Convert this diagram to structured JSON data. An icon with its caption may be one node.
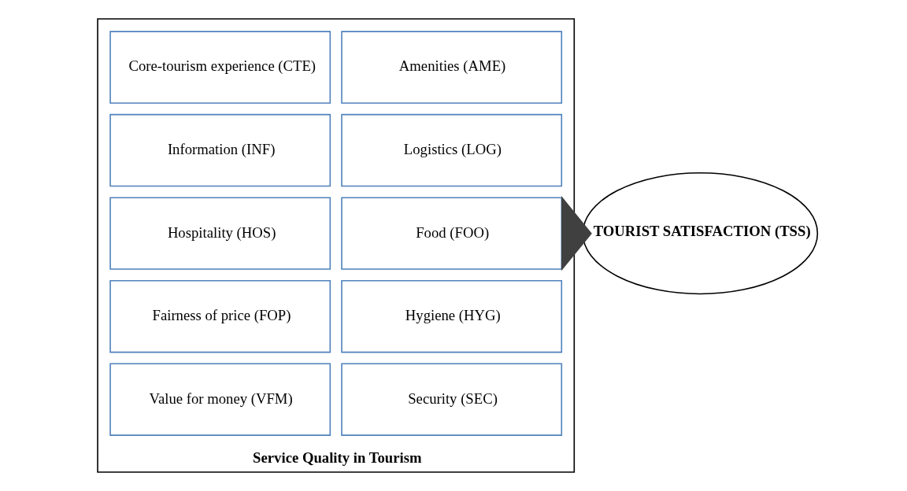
{
  "diagram": {
    "nodes": [
      {
        "text": [
          "Service Quality in Tourism"
        ]
      },
      {
        "text": [
          "Core-tourism experience (CTE)"
        ],
        "in": 0
      },
      {
        "text": [
          "Amenities (AME)"
        ],
        "in": 0
      },
      {
        "text": [
          "Information (INF)"
        ],
        "in": 0
      },
      {
        "text": [
          "Logistics (LOG)"
        ],
        "in": 0
      },
      {
        "text": [
          "Hospitality (HOS)"
        ],
        "in": 0
      },
      {
        "text": [
          "Food (FOO)"
        ],
        "in": 0
      },
      {
        "text": [
          "Fairness of price (FOP)"
        ],
        "in": 0
      },
      {
        "text": [
          "Hygiene (HYG)"
        ],
        "in": 0
      },
      {
        "text": [
          "Value for money (VFM)"
        ],
        "in": 0
      },
      {
        "text": [
          "Security (SEC)"
        ],
        "in": 0
      },
      {
        "text": [
          "TOURIST SATISFACTION (TSS)"
        ]
      }
    ],
    "edges": [
      {
        "from": 0,
        "to": 11,
        "arrow": "to",
        "style": "thick"
      }
    ]
  }
}
